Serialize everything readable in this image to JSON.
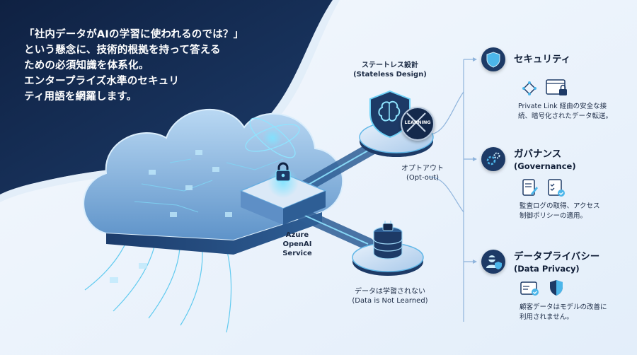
{
  "hero": {
    "lines": [
      "「社内データがAIの学習に使われるのでは？」",
      "という懸念に、技術的根拠を持って答える",
      "ための必須知識を体系化。",
      "エンタープライズ水準のセキュリ",
      "ティ用語を網羅します。"
    ]
  },
  "center": {
    "service_line1": "Azure",
    "service_line2": "OpenAI",
    "service_line3": "Service",
    "stateless_jp": "ステートレス設計",
    "stateless_en": "(Stateless Design)",
    "learning_badge": "LEARNING",
    "optout_jp": "オプトアウト",
    "optout_en": "(Opt-out)",
    "notlearned_jp": "データは学習されない",
    "notlearned_en": "(Data is Not Learned)"
  },
  "sections": {
    "security": {
      "title": "セキュリティ",
      "desc1": "Private Link 経由の安全な接",
      "desc2": "続、暗号化されたデータ転送。"
    },
    "governance": {
      "title": "ガバナンス",
      "subtitle": "(Governance)",
      "desc1": "監査ログの取得、アクセス",
      "desc2": "制御ポリシーの適用。"
    },
    "privacy": {
      "title": "データプライバシー",
      "subtitle": "(Data Privacy)",
      "desc1": "顧客データはモデルの改善に",
      "desc2": "利用されません。"
    }
  },
  "colors": {
    "navy": "#14294c",
    "accent": "#3fc6f0",
    "icon_bg": "#1d3a66"
  }
}
